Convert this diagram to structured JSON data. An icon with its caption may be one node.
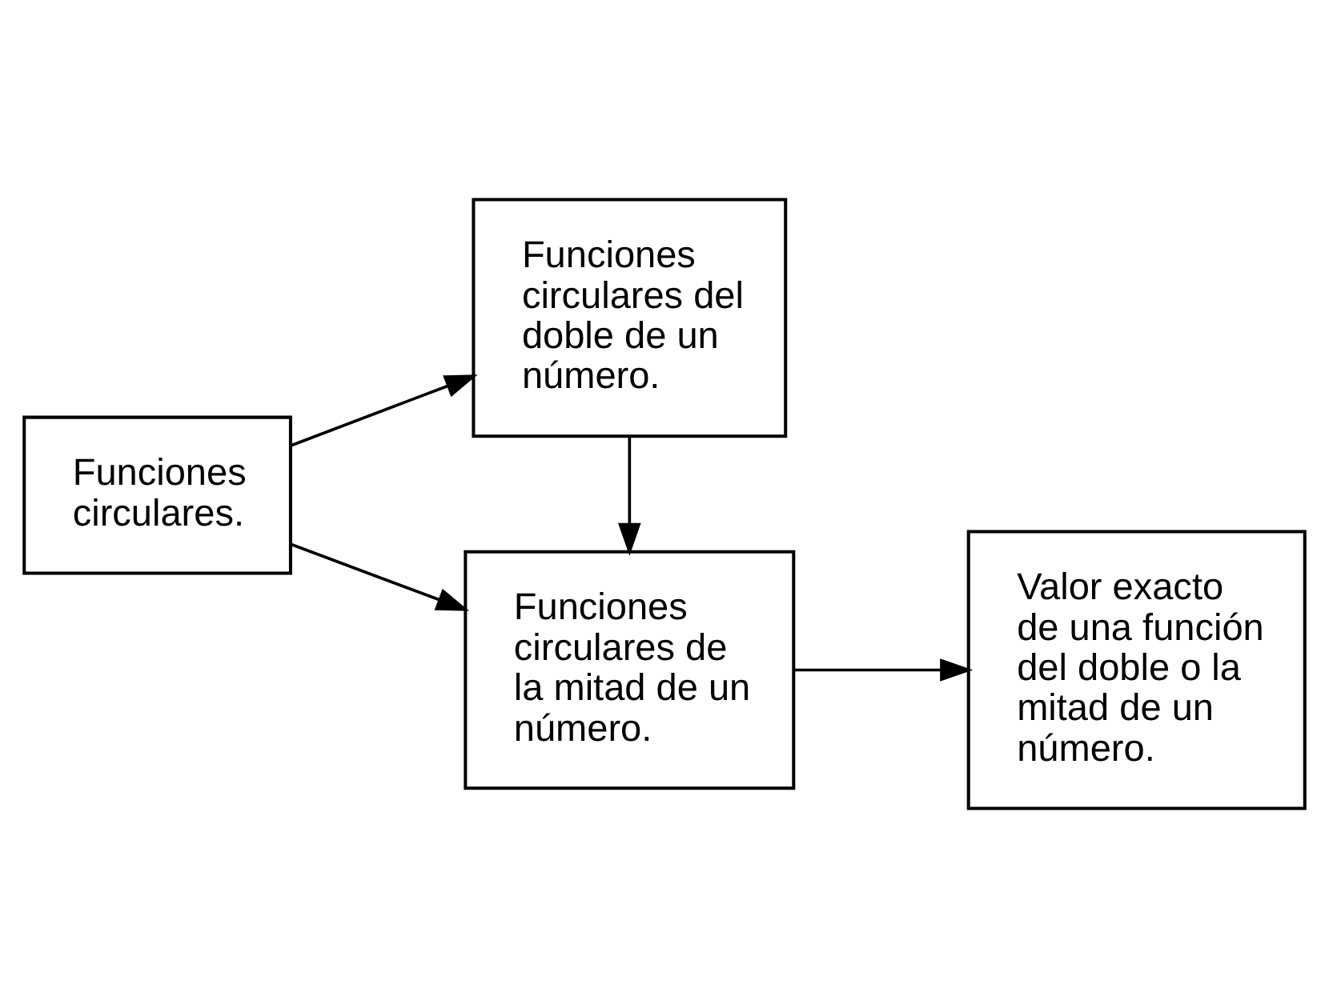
{
  "diagram": {
    "nodes": [
      {
        "text": [
          "Funciones circulares."
        ]
      },
      {
        "text": [
          "Funciones circulares del doble de un número."
        ]
      },
      {
        "text": [
          "Funciones circulares de la mitad de un número."
        ]
      },
      {
        "text": [
          "Valor exacto de una función del doble o la mitad de un número."
        ]
      }
    ],
    "edges": [
      {
        "from": 0,
        "to": 1,
        "arrow": "to"
      },
      {
        "from": 0,
        "to": 2,
        "arrow": "to"
      },
      {
        "from": 1,
        "to": 2,
        "arrow": "to"
      },
      {
        "from": 2,
        "to": 3,
        "arrow": "to"
      }
    ]
  }
}
